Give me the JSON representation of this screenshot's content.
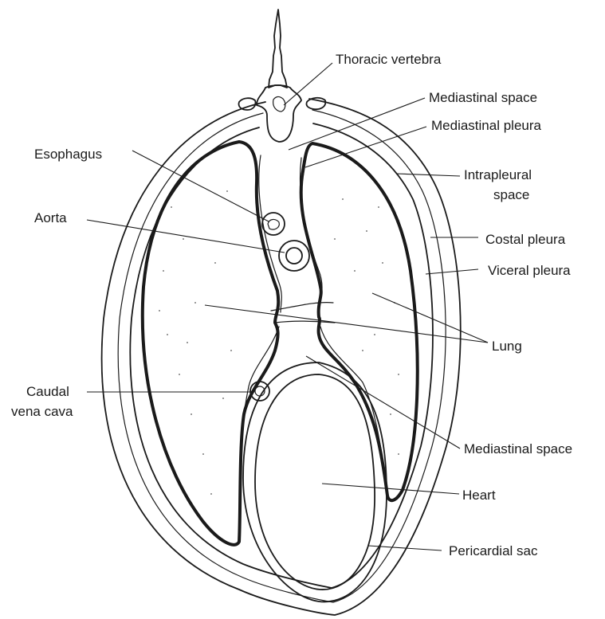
{
  "labels": {
    "thoracic_vertebra": "Thoracic vertebra",
    "mediastinal_space_upper": "Mediastinal space",
    "mediastinal_pleura": "Mediastinal pleura",
    "intrapleural_space_line1": "Intrapleural",
    "intrapleural_space_line2": "space",
    "esophagus": "Esophagus",
    "aorta": "Aorta",
    "costal_pleura": "Costal pleura",
    "visceral_pleura": "Viceral pleura",
    "lung": "Lung",
    "caudal_vena_cava_line1": "Caudal",
    "caudal_vena_cava_line2": "vena cava",
    "mediastinal_space_lower": "Mediastinal space",
    "heart": "Heart",
    "pericardial_sac": "Pericardial sac"
  }
}
